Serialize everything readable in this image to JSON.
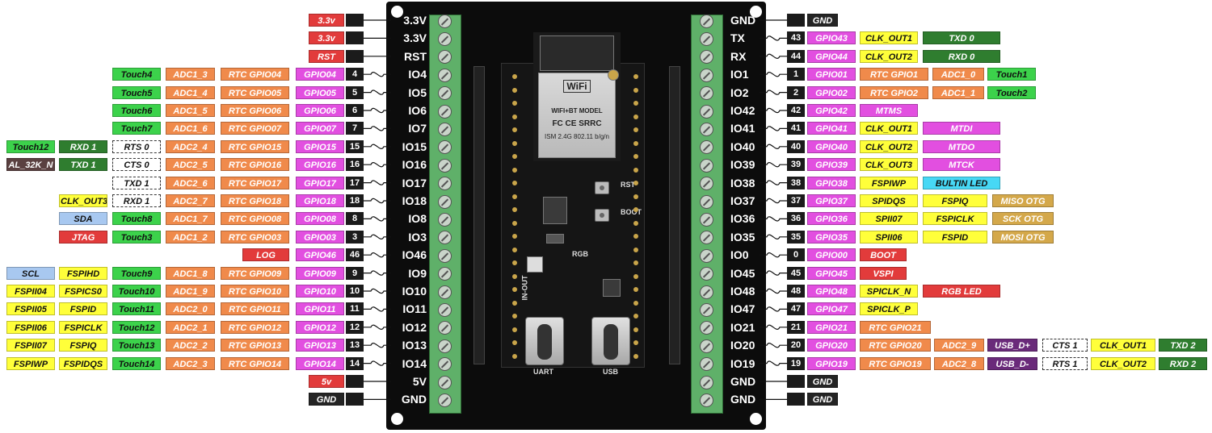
{
  "colors": {
    "red": "#e23b3b",
    "black": "#242424",
    "green": "#3cd24b",
    "orange": "#f08a4b",
    "magenta": "#e24fe0",
    "yellow": "#ffff3a",
    "darkgreen": "#2f7d2f",
    "lightblue": "#a8c8f0",
    "cyan": "#47d8f5",
    "purple": "#6a2a7a",
    "tan": "#d4a84a",
    "brown": "#5a4040",
    "white": "#ffffff"
  },
  "board_text": {
    "wifi": "WiFi",
    "model": "WIFI+BT MODEL",
    "cert": "FC CE SRRC",
    "ism": "ISM 2.4G 802.11 b/g/n",
    "rst": "RST",
    "boot": "BOOT",
    "rgb": "RGB",
    "inout": "IN-OUT",
    "uart": "UART",
    "usb": "USB"
  },
  "left_pins": [
    {
      "name": "3.3V",
      "labels": [
        {
          "t": "3.3v",
          "c": "red"
        }
      ]
    },
    {
      "name": "3.3V",
      "labels": [
        {
          "t": "3.3v",
          "c": "red"
        }
      ]
    },
    {
      "name": "RST",
      "labels": [
        {
          "t": "RST",
          "c": "red"
        }
      ]
    },
    {
      "name": "IO4",
      "num": "4",
      "labels": [
        {
          "t": "GPIO04",
          "c": "magenta"
        },
        {
          "t": "RTC GPIO04",
          "c": "orange"
        },
        {
          "t": "ADC1_3",
          "c": "orange"
        },
        {
          "t": "Touch4",
          "c": "green"
        }
      ]
    },
    {
      "name": "IO5",
      "num": "5",
      "labels": [
        {
          "t": "GPIO05",
          "c": "magenta"
        },
        {
          "t": "RTC GPIO05",
          "c": "orange"
        },
        {
          "t": "ADC1_4",
          "c": "orange"
        },
        {
          "t": "Touch5",
          "c": "green"
        }
      ]
    },
    {
      "name": "IO6",
      "num": "6",
      "labels": [
        {
          "t": "GPIO06",
          "c": "magenta"
        },
        {
          "t": "RTC GPIO06",
          "c": "orange"
        },
        {
          "t": "ADC1_5",
          "c": "orange"
        },
        {
          "t": "Touch6",
          "c": "green"
        }
      ]
    },
    {
      "name": "IO7",
      "num": "7",
      "labels": [
        {
          "t": "GPIO07",
          "c": "magenta"
        },
        {
          "t": "RTC GPIO07",
          "c": "orange"
        },
        {
          "t": "ADC1_6",
          "c": "orange"
        },
        {
          "t": "Touch7",
          "c": "green"
        }
      ]
    },
    {
      "name": "IO15",
      "num": "15",
      "labels": [
        {
          "t": "GPIO15",
          "c": "magenta"
        },
        {
          "t": "RTC GPIO15",
          "c": "orange"
        },
        {
          "t": "ADC2_4",
          "c": "orange"
        },
        {
          "t": "RTS 0",
          "c": "white"
        },
        {
          "t": "RXD 1",
          "c": "darkgreen"
        },
        {
          "t": "Touch12",
          "c": "green"
        }
      ]
    },
    {
      "name": "IO16",
      "num": "16",
      "labels": [
        {
          "t": "GPIO16",
          "c": "magenta"
        },
        {
          "t": "RTC GPIO16",
          "c": "orange"
        },
        {
          "t": "ADC2_5",
          "c": "orange"
        },
        {
          "t": "CTS 0",
          "c": "white"
        },
        {
          "t": "TXD 1",
          "c": "darkgreen"
        },
        {
          "t": "AL_32K_N",
          "c": "brown"
        }
      ]
    },
    {
      "name": "IO17",
      "num": "17",
      "labels": [
        {
          "t": "GPIO17",
          "c": "magenta"
        },
        {
          "t": "RTC GPIO17",
          "c": "orange"
        },
        {
          "t": "ADC2_6",
          "c": "orange"
        },
        {
          "t": "TXD 1",
          "c": "white"
        }
      ]
    },
    {
      "name": "IO18",
      "num": "18",
      "labels": [
        {
          "t": "GPIO18",
          "c": "magenta"
        },
        {
          "t": "RTC GPIO18",
          "c": "orange"
        },
        {
          "t": "ADC2_7",
          "c": "orange"
        },
        {
          "t": "RXD 1",
          "c": "white"
        },
        {
          "t": "CLK_OUT3",
          "c": "yellow"
        }
      ]
    },
    {
      "name": "IO8",
      "num": "8",
      "labels": [
        {
          "t": "GPIO08",
          "c": "magenta"
        },
        {
          "t": "RTC GPIO08",
          "c": "orange"
        },
        {
          "t": "ADC1_7",
          "c": "orange"
        },
        {
          "t": "Touch8",
          "c": "green"
        },
        {
          "t": "SDA",
          "c": "lightblue"
        }
      ]
    },
    {
      "name": "IO3",
      "num": "3",
      "labels": [
        {
          "t": "GPIO03",
          "c": "magenta"
        },
        {
          "t": "RTC GPIO03",
          "c": "orange"
        },
        {
          "t": "ADC1_2",
          "c": "orange"
        },
        {
          "t": "Touch3",
          "c": "green"
        },
        {
          "t": "JTAG",
          "c": "red"
        }
      ]
    },
    {
      "name": "IO46",
      "num": "46",
      "labels": [
        {
          "t": "GPIO46",
          "c": "magenta"
        },
        {
          "t": "LOG",
          "c": "red"
        }
      ]
    },
    {
      "name": "IO9",
      "num": "9",
      "labels": [
        {
          "t": "GPIO09",
          "c": "magenta"
        },
        {
          "t": "RTC GPIO09",
          "c": "orange"
        },
        {
          "t": "ADC1_8",
          "c": "orange"
        },
        {
          "t": "Touch9",
          "c": "green"
        },
        {
          "t": "FSPIHD",
          "c": "yellow"
        },
        {
          "t": "SCL",
          "c": "lightblue"
        }
      ]
    },
    {
      "name": "IO10",
      "num": "10",
      "labels": [
        {
          "t": "GPIO10",
          "c": "magenta"
        },
        {
          "t": "RTC GPIO10",
          "c": "orange"
        },
        {
          "t": "ADC1_9",
          "c": "orange"
        },
        {
          "t": "Touch10",
          "c": "green"
        },
        {
          "t": "FSPICS0",
          "c": "yellow"
        },
        {
          "t": "FSPII04",
          "c": "yellow"
        }
      ]
    },
    {
      "name": "IO11",
      "num": "11",
      "labels": [
        {
          "t": "GPIO11",
          "c": "magenta"
        },
        {
          "t": "RTC GPIO11",
          "c": "orange"
        },
        {
          "t": "ADC2_0",
          "c": "orange"
        },
        {
          "t": "Touch11",
          "c": "green"
        },
        {
          "t": "FSPID",
          "c": "yellow"
        },
        {
          "t": "FSPII05",
          "c": "yellow"
        }
      ]
    },
    {
      "name": "IO12",
      "num": "12",
      "labels": [
        {
          "t": "GPIO12",
          "c": "magenta"
        },
        {
          "t": "RTC GPIO12",
          "c": "orange"
        },
        {
          "t": "ADC2_1",
          "c": "orange"
        },
        {
          "t": "Touch12",
          "c": "green"
        },
        {
          "t": "FSPICLK",
          "c": "yellow"
        },
        {
          "t": "FSPII06",
          "c": "yellow"
        }
      ]
    },
    {
      "name": "IO13",
      "num": "13",
      "labels": [
        {
          "t": "GPIO13",
          "c": "magenta"
        },
        {
          "t": "RTC GPIO13",
          "c": "orange"
        },
        {
          "t": "ADC2_2",
          "c": "orange"
        },
        {
          "t": "Touch13",
          "c": "green"
        },
        {
          "t": "FSPIQ",
          "c": "yellow"
        },
        {
          "t": "FSPII07",
          "c": "yellow"
        }
      ]
    },
    {
      "name": "IO14",
      "num": "14",
      "labels": [
        {
          "t": "GPIO14",
          "c": "magenta"
        },
        {
          "t": "RTC GPIO14",
          "c": "orange"
        },
        {
          "t": "ADC2_3",
          "c": "orange"
        },
        {
          "t": "Touch14",
          "c": "green"
        },
        {
          "t": "FSPIDQS",
          "c": "yellow"
        },
        {
          "t": "FSPIWP",
          "c": "yellow"
        }
      ]
    },
    {
      "name": "5V",
      "labels": [
        {
          "t": "5v",
          "c": "red"
        }
      ]
    },
    {
      "name": "GND",
      "labels": [
        {
          "t": "GND",
          "c": "black"
        }
      ]
    }
  ],
  "right_pins": [
    {
      "name": "GND",
      "labels": [
        {
          "t": "GND",
          "c": "black"
        }
      ]
    },
    {
      "name": "TX",
      "num": "43",
      "labels": [
        {
          "t": "GPIO43",
          "c": "magenta"
        },
        {
          "t": "CLK_OUT1",
          "c": "yellow"
        },
        {
          "t": "TXD 0",
          "c": "darkgreen"
        }
      ]
    },
    {
      "name": "RX",
      "num": "44",
      "labels": [
        {
          "t": "GPIO44",
          "c": "magenta"
        },
        {
          "t": "CLK_OUT2",
          "c": "yellow"
        },
        {
          "t": "RXD 0",
          "c": "darkgreen"
        }
      ]
    },
    {
      "name": "IO1",
      "num": "1",
      "labels": [
        {
          "t": "GPIO01",
          "c": "magenta"
        },
        {
          "t": "RTC GPIO1",
          "c": "orange"
        },
        {
          "t": "ADC1_0",
          "c": "orange"
        },
        {
          "t": "Touch1",
          "c": "green"
        }
      ]
    },
    {
      "name": "IO2",
      "num": "2",
      "labels": [
        {
          "t": "GPIO02",
          "c": "magenta"
        },
        {
          "t": "RTC GPIO2",
          "c": "orange"
        },
        {
          "t": "ADC1_1",
          "c": "orange"
        },
        {
          "t": "Touch2",
          "c": "green"
        }
      ]
    },
    {
      "name": "IO42",
      "num": "42",
      "labels": [
        {
          "t": "GPIO42",
          "c": "magenta"
        },
        {
          "t": "MTMS",
          "c": "magenta"
        }
      ]
    },
    {
      "name": "IO41",
      "num": "41",
      "labels": [
        {
          "t": "GPIO41",
          "c": "magenta"
        },
        {
          "t": "CLK_OUT1",
          "c": "yellow"
        },
        {
          "t": "MTDI",
          "c": "magenta"
        }
      ]
    },
    {
      "name": "IO40",
      "num": "40",
      "labels": [
        {
          "t": "GPIO40",
          "c": "magenta"
        },
        {
          "t": "CLK_OUT2",
          "c": "yellow"
        },
        {
          "t": "MTDO",
          "c": "magenta"
        }
      ]
    },
    {
      "name": "IO39",
      "num": "39",
      "labels": [
        {
          "t": "GPIO39",
          "c": "magenta"
        },
        {
          "t": "CLK_OUT3",
          "c": "yellow"
        },
        {
          "t": "MTCK",
          "c": "magenta"
        }
      ]
    },
    {
      "name": "IO38",
      "num": "38",
      "labels": [
        {
          "t": "GPIO38",
          "c": "magenta"
        },
        {
          "t": "FSPIWP",
          "c": "yellow"
        },
        {
          "t": "BULTIN LED",
          "c": "cyan"
        }
      ]
    },
    {
      "name": "IO37",
      "num": "37",
      "labels": [
        {
          "t": "GPIO37",
          "c": "magenta"
        },
        {
          "t": "SPIDQS",
          "c": "yellow"
        },
        {
          "t": "FSPIQ",
          "c": "yellow"
        },
        {
          "t": "MISO OTG",
          "c": "tan"
        }
      ]
    },
    {
      "name": "IO36",
      "num": "36",
      "labels": [
        {
          "t": "GPIO36",
          "c": "magenta"
        },
        {
          "t": "SPII07",
          "c": "yellow"
        },
        {
          "t": "FSPICLK",
          "c": "yellow"
        },
        {
          "t": "SCK OTG",
          "c": "tan"
        }
      ]
    },
    {
      "name": "IO35",
      "num": "35",
      "labels": [
        {
          "t": "GPIO35",
          "c": "magenta"
        },
        {
          "t": "SPII06",
          "c": "yellow"
        },
        {
          "t": "FSPID",
          "c": "yellow"
        },
        {
          "t": "MOSI OTG",
          "c": "tan"
        }
      ]
    },
    {
      "name": "IO0",
      "num": "0",
      "labels": [
        {
          "t": "GPIO00",
          "c": "magenta"
        },
        {
          "t": "BOOT",
          "c": "red"
        }
      ]
    },
    {
      "name": "IO45",
      "num": "45",
      "labels": [
        {
          "t": "GPIO45",
          "c": "magenta"
        },
        {
          "t": "VSPI",
          "c": "red"
        }
      ]
    },
    {
      "name": "IO48",
      "num": "48",
      "labels": [
        {
          "t": "GPIO48",
          "c": "magenta"
        },
        {
          "t": "SPICLK_N",
          "c": "yellow"
        },
        {
          "t": "RGB LED",
          "c": "red"
        }
      ]
    },
    {
      "name": "IO47",
      "num": "47",
      "labels": [
        {
          "t": "GPIO47",
          "c": "magenta"
        },
        {
          "t": "SPICLK_P",
          "c": "yellow"
        }
      ]
    },
    {
      "name": "IO21",
      "num": "21",
      "labels": [
        {
          "t": "GPIO21",
          "c": "magenta"
        },
        {
          "t": "RTC GPIO21",
          "c": "orange"
        }
      ]
    },
    {
      "name": "IO20",
      "num": "20",
      "labels": [
        {
          "t": "GPIO20",
          "c": "magenta"
        },
        {
          "t": "RTC GPIO20",
          "c": "orange"
        },
        {
          "t": "ADC2_9",
          "c": "orange"
        },
        {
          "t": "USB_D+",
          "c": "purple"
        },
        {
          "t": "CTS 1",
          "c": "white"
        },
        {
          "t": "CLK_OUT1",
          "c": "yellow"
        },
        {
          "t": "TXD 2",
          "c": "darkgreen"
        }
      ]
    },
    {
      "name": "IO19",
      "num": "19",
      "labels": [
        {
          "t": "GPIO19",
          "c": "magenta"
        },
        {
          "t": "RTC GPIO19",
          "c": "orange"
        },
        {
          "t": "ADC2_8",
          "c": "orange"
        },
        {
          "t": "USB_D-",
          "c": "purple"
        },
        {
          "t": "RTS 1",
          "c": "white"
        },
        {
          "t": "CLK_OUT2",
          "c": "yellow"
        },
        {
          "t": "RXD 2",
          "c": "darkgreen"
        }
      ]
    },
    {
      "name": "GND",
      "labels": [
        {
          "t": "GND",
          "c": "black"
        }
      ]
    },
    {
      "name": "GND",
      "labels": [
        {
          "t": "GND",
          "c": "black"
        }
      ]
    }
  ]
}
